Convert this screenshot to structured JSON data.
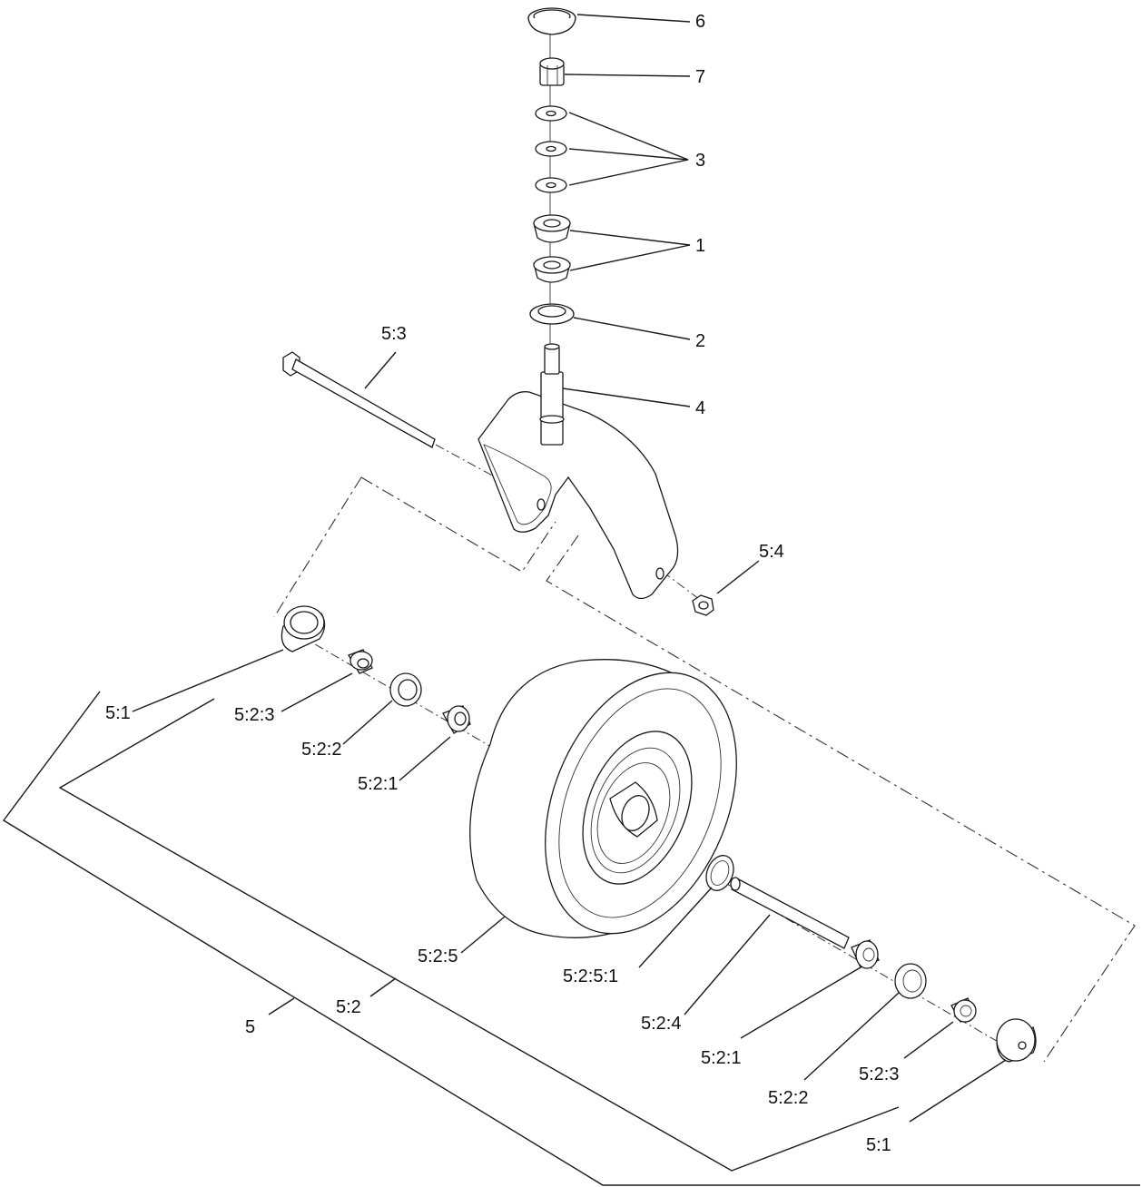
{
  "labels": {
    "l6": "6",
    "l7": "7",
    "l3": "3",
    "l1": "1",
    "l2": "2",
    "l4": "4",
    "l5_3": "5:3",
    "l5_4": "5:4",
    "l5_1_left": "5:1",
    "l5_2_3_left": "5:2:3",
    "l5_2_2_left": "5:2:2",
    "l5_2_1_left": "5:2:1",
    "l5_2_5": "5:2:5",
    "l5_2_5_1": "5:2:5:1",
    "l5_2_4": "5:2:4",
    "l5_2_1_right": "5:2:1",
    "l5_2_2_right": "5:2:2",
    "l5_2_3_right": "5:2:3",
    "l5_1_right": "5:1",
    "l5_2": "5:2",
    "l5": "5"
  }
}
